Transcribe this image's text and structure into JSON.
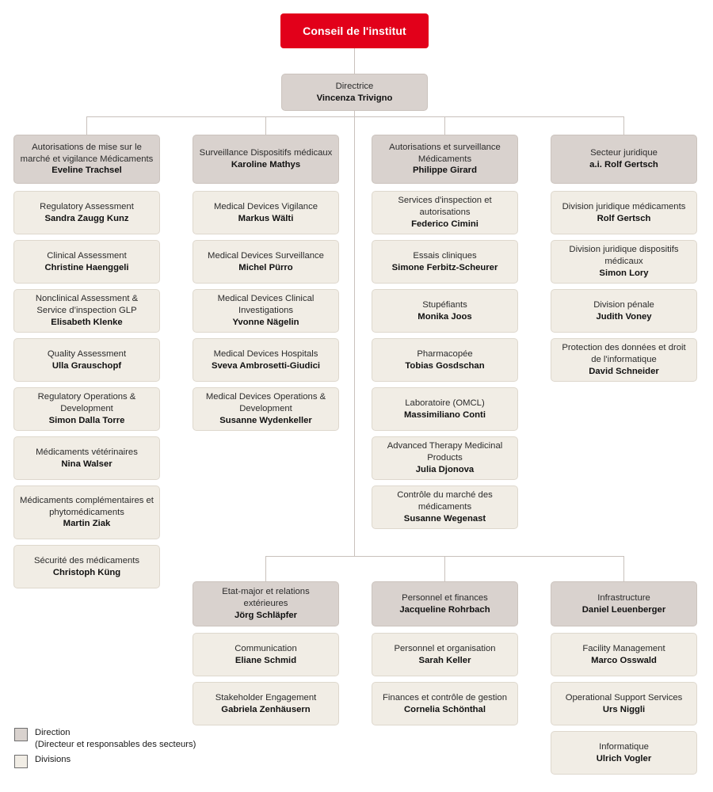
{
  "chart_title": "Conseil de l'institut",
  "colors": {
    "root": "#E2001A",
    "direction": "#D9D2CE",
    "division": "#F1EDE5",
    "connector": "#C9C1BC"
  },
  "root": {
    "unit": "Conseil de l'institut"
  },
  "director": {
    "unit": "Directrice",
    "person": "Vincenza Trivigno"
  },
  "columns": [
    {
      "head": {
        "unit": "Autorisations de mise sur le marché et vigilance Médicaments",
        "person": "Eveline Trachsel"
      },
      "divisions": [
        {
          "unit": "Regulatory Assessment",
          "person": "Sandra Zaugg Kunz"
        },
        {
          "unit": "Clinical Assessment",
          "person": "Christine Haenggeli"
        },
        {
          "unit": "Nonclinical Assessment & Service d’inspection GLP",
          "person": "Elisabeth Klenke"
        },
        {
          "unit": "Quality Assessment",
          "person": "Ulla Grauschopf"
        },
        {
          "unit": "Regulatory Operations & Development",
          "person": "Simon Dalla Torre"
        },
        {
          "unit": "Médicaments vétérinaires",
          "person": "Nina Walser"
        },
        {
          "unit": "Médicaments complémentaires et phytomédicaments",
          "person": "Martin Ziak"
        },
        {
          "unit": "Sécurité des médicaments",
          "person": "Christoph Küng"
        }
      ]
    },
    {
      "head": {
        "unit": "Surveillance Dispositifs médicaux",
        "person": "Karoline Mathys"
      },
      "divisions": [
        {
          "unit": "Medical Devices Vigilance",
          "person": "Markus Wälti"
        },
        {
          "unit": "Medical Devices Surveillance",
          "person": "Michel Pürro"
        },
        {
          "unit": "Medical Devices Clinical Investigations",
          "person": "Yvonne Nägelin"
        },
        {
          "unit": "Medical Devices Hospitals",
          "person": "Sveva Ambrosetti-Giudici"
        },
        {
          "unit": "Medical Devices Operations & Development",
          "person": "Susanne Wydenkeller"
        }
      ]
    },
    {
      "head": {
        "unit": "Autorisations et surveillance Médicaments",
        "person": "Philippe Girard"
      },
      "divisions": [
        {
          "unit": "Services d'inspection et autorisations",
          "person": "Federico Cimini"
        },
        {
          "unit": "Essais cliniques",
          "person": "Simone Ferbitz-Scheurer"
        },
        {
          "unit": "Stupéfiants",
          "person": "Monika Joos"
        },
        {
          "unit": "Pharmacopée",
          "person": "Tobias Gosdschan"
        },
        {
          "unit": "Laboratoire (OMCL)",
          "person": "Massimiliano Conti"
        },
        {
          "unit": "Advanced Therapy Medicinal Products",
          "person": "Julia Djonova"
        },
        {
          "unit": "Contrôle du marché des médicaments",
          "person": "Susanne Wegenast"
        }
      ]
    },
    {
      "head": {
        "unit": "Secteur juridique",
        "person": "a.i. Rolf Gertsch"
      },
      "divisions": [
        {
          "unit": "Division juridique médicaments",
          "person": "Rolf Gertsch"
        },
        {
          "unit": "Division juridique dispositifs médicaux",
          "person": "Simon Lory"
        },
        {
          "unit": "Division pénale",
          "person": "Judith Voney"
        },
        {
          "unit": "Protection des données et droit de l'informatique",
          "person": "David Schneider"
        }
      ]
    }
  ],
  "bottom_columns": [
    {
      "head": {
        "unit": "Etat-major et relations extérieures",
        "person": "Jörg Schläpfer"
      },
      "divisions": [
        {
          "unit": "Communication",
          "person": "Eliane Schmid"
        },
        {
          "unit": "Stakeholder Engagement",
          "person": "Gabriela Zenhäusern"
        }
      ]
    },
    {
      "head": {
        "unit": "Personnel et finances",
        "person": "Jacqueline Rohrbach"
      },
      "divisions": [
        {
          "unit": "Personnel et organisation",
          "person": "Sarah Keller"
        },
        {
          "unit": "Finances et contrôle de gestion",
          "person": "Cornelia Schönthal"
        }
      ]
    },
    {
      "head": {
        "unit": "Infrastructure",
        "person": "Daniel Leuenberger"
      },
      "divisions": [
        {
          "unit": "Facility Management",
          "person": "Marco Osswald"
        },
        {
          "unit": "Operational Support Services",
          "person": "Urs Niggli"
        },
        {
          "unit": "Informatique",
          "person": "Ulrich Vogler"
        }
      ]
    }
  ],
  "legend": [
    {
      "label_line1": "Direction",
      "label_line2": "(Directeur et responsables des secteurs)",
      "swatch": "direction"
    },
    {
      "label_line1": "Divisions",
      "label_line2": "",
      "swatch": "division"
    }
  ]
}
